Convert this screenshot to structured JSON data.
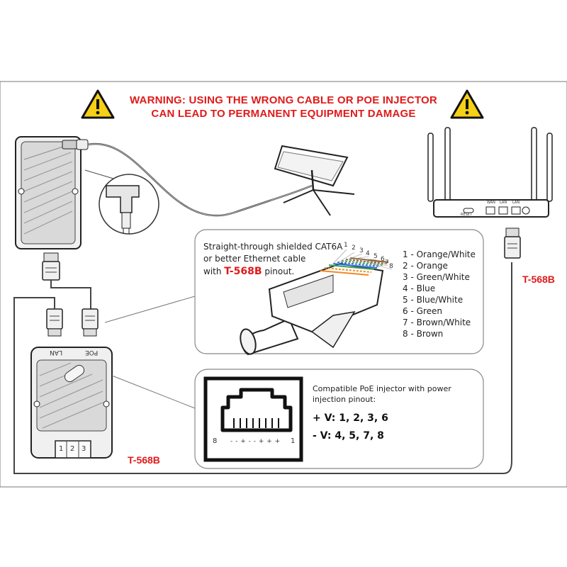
{
  "warning": {
    "line1": "WARNING: USING THE WRONG CABLE OR POE INJECTOR",
    "line2": "CAN LEAD TO PERMANENT EQUIPMENT DAMAGE",
    "icon": "warning-triangle-icon",
    "color": "#e01a1a",
    "icon_fill": "#f5d016"
  },
  "cable_panel": {
    "line1": "Straight-through shielded CAT6A",
    "line2": "or better Ethernet cable",
    "line3_prefix": "with",
    "line3_standard": "T-568B",
    "line3_suffix": "pinout.",
    "pin_numbers": [
      "1",
      "2",
      "3",
      "4",
      "5",
      "6",
      "7",
      "8"
    ],
    "pinout": [
      "1 - Orange/White",
      "2 - Orange",
      "3 - Green/White",
      "4 - Blue",
      "5 - Blue/White",
      "6 - Green",
      "7 - Brown/White",
      "8 - Brown"
    ]
  },
  "poe_panel": {
    "line1": "Compatible PoE injector with power",
    "line2": "injection pinout:",
    "plus": "+ V: 1, 2, 3, 6",
    "minus": "- V: 4, 5, 7, 8",
    "jack_pin_left": "8",
    "jack_pin_right": "1",
    "jack_signs": "- - + - - + + +"
  },
  "labels": {
    "router_standard": "T-568B",
    "injector_standard": "T-568B",
    "injector_lan": "LAN",
    "injector_poe": "POE",
    "terminal_1": "1",
    "terminal_2": "2",
    "terminal_3": "3",
    "router_port_wan": "WAN",
    "router_port_lan1": "LAN",
    "router_port_lan2": "LAN",
    "router_reset": "RESET"
  }
}
